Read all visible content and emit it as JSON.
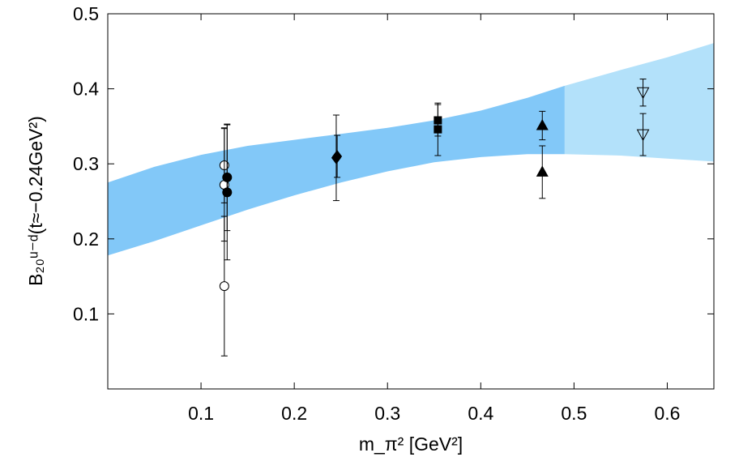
{
  "chart_data": {
    "type": "scatter",
    "xlabel": "m_π² [GeV²]",
    "ylabel": "B₂₀ᵘ⁻ᵈ(t≈−0.24GeV²)",
    "xlim": [
      0.0,
      0.65
    ],
    "ylim": [
      0.0,
      0.5
    ],
    "x_ticks": [
      0.1,
      0.2,
      0.3,
      0.4,
      0.5,
      0.6
    ],
    "x_tick_labels": [
      "0.1",
      "0.2",
      "0.3",
      "0.4",
      "0.5",
      "0.6"
    ],
    "y_ticks": [
      0.1,
      0.2,
      0.3,
      0.4,
      0.5
    ],
    "y_tick_labels": [
      "0.1",
      "0.2",
      "0.3",
      "0.4",
      "0.5"
    ],
    "grid": false,
    "bands": [
      {
        "x": [
          0.0,
          0.05,
          0.1,
          0.15,
          0.2,
          0.25,
          0.3,
          0.35,
          0.4,
          0.45,
          0.49
        ],
        "lower": [
          0.178,
          0.197,
          0.218,
          0.239,
          0.258,
          0.275,
          0.29,
          0.302,
          0.309,
          0.313,
          0.313
        ],
        "upper": [
          0.275,
          0.296,
          0.312,
          0.324,
          0.332,
          0.34,
          0.348,
          0.358,
          0.371,
          0.388,
          0.404
        ],
        "color": "#82c8f8"
      },
      {
        "x": [
          0.49,
          0.55,
          0.6,
          0.65
        ],
        "lower": [
          0.313,
          0.311,
          0.307,
          0.303
        ],
        "upper": [
          0.404,
          0.425,
          0.442,
          0.461
        ],
        "color": "#b3e1fa"
      }
    ],
    "series": [
      {
        "marker": "open-circle",
        "points": [
          {
            "x": 0.125,
            "y": 0.298,
            "err": 0.05
          },
          {
            "x": 0.125,
            "y": 0.272,
            "err": 0.075
          },
          {
            "x": 0.125,
            "y": 0.137,
            "err": 0.093
          }
        ]
      },
      {
        "marker": "filled-circle",
        "points": [
          {
            "x": 0.128,
            "y": 0.282,
            "err": 0.071
          },
          {
            "x": 0.128,
            "y": 0.262,
            "err": 0.09
          }
        ]
      },
      {
        "marker": "filled-diamond",
        "points": [
          {
            "x": 0.245,
            "y": 0.308,
            "err": 0.057
          },
          {
            "x": 0.246,
            "y": 0.31,
            "err": 0.028
          }
        ]
      },
      {
        "marker": "filled-square",
        "points": [
          {
            "x": 0.354,
            "y": 0.358,
            "err": 0.021
          },
          {
            "x": 0.354,
            "y": 0.346,
            "err": 0.035
          }
        ]
      },
      {
        "marker": "filled-triangle-up",
        "points": [
          {
            "x": 0.466,
            "y": 0.351,
            "err": 0.019
          },
          {
            "x": 0.466,
            "y": 0.289,
            "err": 0.035
          }
        ]
      },
      {
        "marker": "open-triangle-down",
        "points": [
          {
            "x": 0.574,
            "y": 0.395,
            "err": 0.018
          },
          {
            "x": 0.574,
            "y": 0.339,
            "err": 0.028
          }
        ]
      }
    ]
  }
}
